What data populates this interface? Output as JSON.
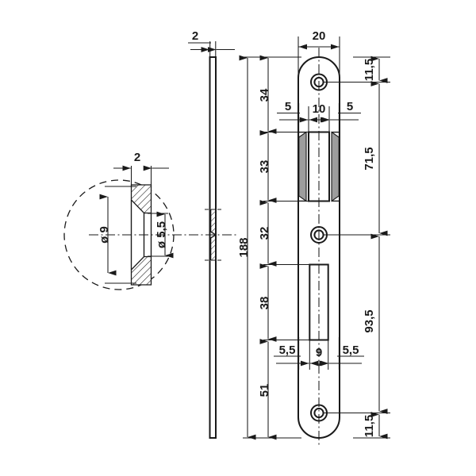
{
  "drawing": {
    "title": "Flat faceplate / striking plate technical drawing",
    "type": "engineering-dimension-drawing",
    "units": "mm",
    "decimal_separator": "comma",
    "line_color": "#1a1a1a",
    "background_color": "#ffffff",
    "recess_shade_color": "#9d9d9d"
  },
  "views": {
    "side_view": {
      "name": "side-edge-view",
      "thickness_label": "2",
      "length_label": "188",
      "has_section_hatch": true,
      "section_note": "hatched countersink section at mid hole"
    },
    "detail_view": {
      "name": "countersink-detail-circle",
      "outer_diameter_label": "ø 9",
      "bore_diameter_label": "ø 5,5",
      "thickness_label": "2",
      "shape": "dashed-circle-detail",
      "hatched": true
    },
    "front_view": {
      "name": "faceplate-front-view",
      "width_label": "20",
      "total_length_label": "188",
      "ends": "rounded",
      "holes": 3,
      "slots": 2
    }
  },
  "dimensions": {
    "top_width": "20",
    "plate_thickness": "2",
    "overall_length": "188",
    "left_chain": [
      {
        "label": "34",
        "name": "dim-34"
      },
      {
        "label": "33",
        "name": "dim-33"
      },
      {
        "label": "32",
        "name": "dim-32"
      },
      {
        "label": "38",
        "name": "dim-38"
      },
      {
        "label": "51",
        "name": "dim-51"
      }
    ],
    "right_chain": [
      {
        "label": "11,5",
        "name": "dim-top-11-5"
      },
      {
        "label": "71,5",
        "name": "dim-71-5"
      },
      {
        "label": "93,5",
        "name": "dim-93-5"
      },
      {
        "label": "11,5",
        "name": "dim-bottom-11-5"
      }
    ],
    "top_slot_horizontal": [
      {
        "label": "5",
        "name": "dim-top-slot-left-5"
      },
      {
        "label": "10",
        "name": "dim-top-slot-width-10"
      },
      {
        "label": "5",
        "name": "dim-top-slot-right-5"
      }
    ],
    "bottom_slot_horizontal": [
      {
        "label": "5,5",
        "name": "dim-bottom-slot-left-5-5"
      },
      {
        "label": "9",
        "name": "dim-bottom-slot-width-9"
      },
      {
        "label": "5,5",
        "name": "dim-bottom-slot-right-5-5"
      }
    ],
    "detail_diameters": [
      {
        "label": "ø 9",
        "name": "dim-diameter-9"
      },
      {
        "label": "ø 5,5",
        "name": "dim-diameter-5-5"
      }
    ],
    "detail_thickness": "2"
  }
}
